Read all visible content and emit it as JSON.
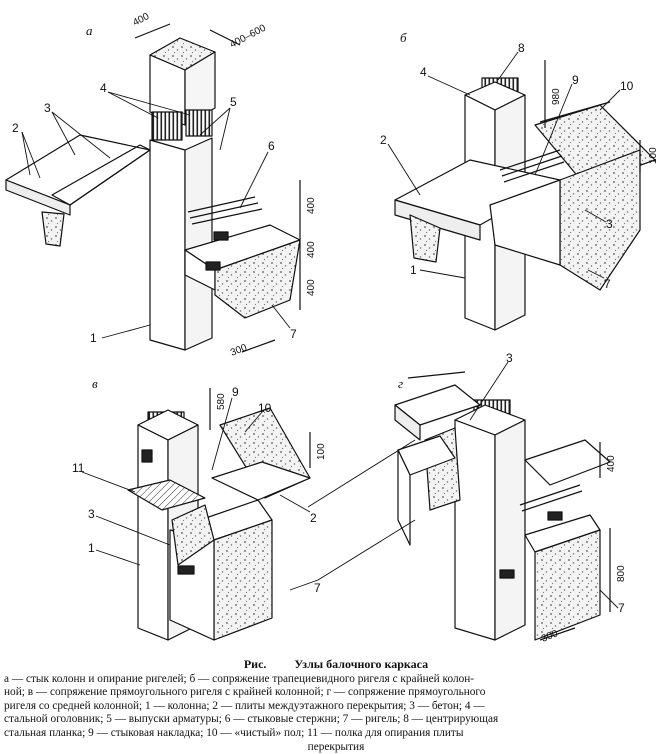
{
  "panels": [
    "а",
    "б",
    "в",
    "г"
  ],
  "dimensions": {
    "a": [
      "400",
      "400–600",
      "400",
      "400",
      "400",
      "300"
    ],
    "b": [
      "980",
      "100"
    ],
    "v": [
      "580",
      "100"
    ],
    "g": [
      "400",
      "800",
      "300"
    ]
  },
  "callouts": {
    "a": [
      "1",
      "2",
      "3",
      "4",
      "5",
      "6",
      "7"
    ],
    "b": [
      "1",
      "2",
      "3",
      "4",
      "7",
      "8",
      "9",
      "10"
    ],
    "v": [
      "1",
      "2",
      "3",
      "7",
      "9",
      "10",
      "11"
    ],
    "g": [
      "3",
      "7"
    ]
  },
  "caption": {
    "prefix": "Рис.",
    "title": "Узлы балочного каркаса",
    "lines": [
      "а — стык колонн и опирание ригелей; б — сопряжение трапециевидного ригеля с крайней колон-",
      "ной; в — сопряжение прямоугольного ригеля с крайней колонной; г — сопряжение прямоугольного",
      "ригеля со средней колонной; 1 — колонна; 2 — плиты междуэтажного перекрытия; 3 — бетон; 4 —",
      "стальной оголовник; 5 — выпуски арматуры; 6 — стыковые стержни; 7 — ригель; 8 — центрирующая",
      "стальная планка; 9 — стыковая накладка; 10 — «чистый» пол; 11 — полка для опирания плиты",
      "перекрытия"
    ]
  }
}
